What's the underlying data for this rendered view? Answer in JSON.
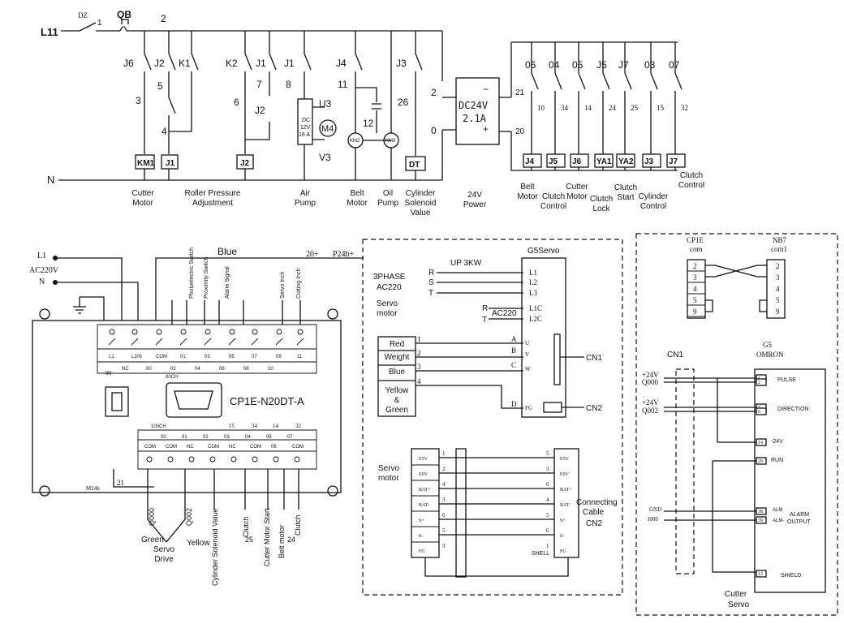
{
  "top": {
    "supply": "L11",
    "neutral": "N",
    "dz": "DZ",
    "qb": "QB",
    "node1": "1",
    "node2": "2",
    "branches": {
      "j6": "J6",
      "n3": "3",
      "km1": "KM1",
      "j2": "J2",
      "k1": "K1",
      "n5": "5",
      "n4": "4",
      "j1box": "J1",
      "k2": "K2",
      "n6": "6",
      "j1b": "J1",
      "n7": "7",
      "j2b": "J2",
      "j2box": "J2",
      "j1c": "J1",
      "n8": "8",
      "u3": "U3",
      "dc": "DC",
      "v12": "12V",
      "a16": "16 A",
      "m4": "M4",
      "v3": "V3",
      "j4": "J4",
      "n11": "11",
      "n12": "12",
      "km2": "KM2",
      "km3": "KM3",
      "j3": "J3",
      "n26": "26",
      "dt": "DT"
    },
    "psu": {
      "node2": "2",
      "node0": "0",
      "minus": "−",
      "plus": "+",
      "line1": "DC24V",
      "line2": "2.1A",
      "n21": "21",
      "n20": "20"
    },
    "right_outputs": [
      {
        "code": "06",
        "wire": "10",
        "coil": "J4"
      },
      {
        "code": "04",
        "wire": "34",
        "coil": "J5"
      },
      {
        "code": "05",
        "wire": "14",
        "coil": "J6"
      },
      {
        "code": "J5",
        "wire": "24",
        "coil": "YA1"
      },
      {
        "code": "J7",
        "wire": "25",
        "coil": "YA2"
      },
      {
        "code": "03",
        "wire": "15",
        "coil": "J3"
      },
      {
        "code": "07",
        "wire": "32",
        "coil": "J7"
      }
    ],
    "labels": {
      "cutter_motor": [
        "Cutter",
        "Motor"
      ],
      "roller": [
        "Roller Pressure",
        "Adjustment"
      ],
      "air_pump": [
        "Air",
        "Pump"
      ],
      "belt_motor": [
        "Belt",
        "Motor"
      ],
      "oil_pump": [
        "Oil",
        "Pump"
      ],
      "cyl_valve": [
        "Cylinder",
        "Solenoid",
        "Value"
      ],
      "psu_label": [
        "24V",
        "Power"
      ],
      "r_belt": [
        "Belt",
        "Motor"
      ],
      "r_clutch_ctrl": [
        "Clutch",
        "Control"
      ],
      "r_cutter": [
        "Cutter",
        "Motor"
      ],
      "r_clutch_lock": [
        "Clutch",
        "Lock"
      ],
      "r_clutch_start": [
        "Clutch",
        "Start"
      ],
      "r_cyl_ctrl": [
        "Cylinder",
        "Control"
      ],
      "r_clutch_ctrl2": [
        "Clutch",
        "Control"
      ]
    }
  },
  "plc": {
    "l1": "L1",
    "ac": "AC220V",
    "n": "N",
    "blue": "Blue",
    "p20": "20+",
    "p24": "P24b+",
    "model": "CP1E-N20DT-A",
    "m24": "M24b",
    "n21": "21",
    "in": "IN",
    "ch00": "00CH",
    "ch100": "100CH",
    "top_terms": [
      "L1",
      "L2/N",
      "COM",
      "01",
      "03",
      "05",
      "07",
      "09",
      "11"
    ],
    "top_terms2": [
      "NC",
      "00",
      "02",
      "04",
      "06",
      "08",
      "10"
    ],
    "bot_terms": [
      "00",
      "01",
      "02",
      "03",
      "04",
      "05",
      "07"
    ],
    "bot_terms2": [
      "COM",
      "COM",
      "NC",
      "COM",
      "NC",
      "COM",
      "06",
      "COM"
    ],
    "wire_nums": [
      "15",
      "34",
      "14",
      "32"
    ],
    "rot_labels": [
      "Photoelectric Switch",
      "Proximity Switch",
      "Alarm Signal",
      "Servo Inch",
      "Cutting Inch"
    ],
    "q000": "Q000",
    "q002": "Q002",
    "bottom_labels": [
      "Cylinder Solenoid Value",
      "Clutch",
      "Cutter Motor Start",
      "Belt motor",
      "Clutch"
    ],
    "n25": "25",
    "n24": "24",
    "green": "Green",
    "yellow": "Yellow",
    "servo_drive": [
      "Servo",
      "Drive"
    ]
  },
  "servo": {
    "title": "G5Servo",
    "up": "UP 3KW",
    "phase": [
      "3PHASE",
      "AC220"
    ],
    "rst": [
      "R",
      "S",
      "T"
    ],
    "lterms": [
      "L1",
      "L2",
      "L3",
      "L1C",
      "L2C"
    ],
    "r2": "R",
    "t2": "T",
    "ac220": "AC220",
    "motor": [
      "Servo",
      "motor"
    ],
    "colors": [
      "Red",
      "Weight",
      "Blue",
      "Yellow",
      "&",
      "Green"
    ],
    "nums": [
      "1",
      "2",
      "3",
      "4"
    ],
    "uvw": [
      "A",
      "B",
      "C",
      "D"
    ],
    "uvw2": [
      "U",
      "V",
      "W",
      "FG"
    ],
    "cn1": "CN1",
    "cn2": "CN2",
    "enc_left": [
      "E5V",
      "E0V",
      "BAT+",
      "BAT-",
      "S+",
      "S-",
      "FG"
    ],
    "enc_right": [
      "E5V",
      "E0V",
      "BAT+",
      "BAT-",
      "S+",
      "S-",
      "FG"
    ],
    "enc_lnums": [
      "1",
      "2",
      "4",
      "3",
      "6",
      "5",
      "9"
    ],
    "enc_rnums": [
      "5",
      "3",
      "6",
      "4",
      "5",
      "6",
      "1"
    ],
    "shell": "SHELL",
    "motor2": [
      "Servo",
      "motor"
    ],
    "connecting": [
      "Connecting",
      "Cable",
      "CN2"
    ]
  },
  "right": {
    "cp1e": "CP1E",
    "com": "com",
    "nb7": "NB7",
    "com1": "com1",
    "lpins": [
      "2",
      "3",
      "4",
      "5",
      "9"
    ],
    "rpins": [
      "2",
      "3",
      "4",
      "5",
      "9"
    ],
    "cn1": "CN1",
    "g5": "G5",
    "omron": "OMRON",
    "p24a": "+24V",
    "q000": "Q000",
    "p24b": "+24V",
    "q002": "Q002",
    "gnd": "GND",
    "i000": "I000",
    "pins": [
      "1",
      "2",
      "5",
      "6",
      "14",
      "29",
      "38",
      "39",
      "13"
    ],
    "sig": [
      "PULSE",
      "DIRECTION",
      "-24V",
      "RUN",
      "ALARM",
      "OUTPUT",
      "SHIELD",
      "ALM",
      "ALM-"
    ],
    "cutter_servo": [
      "Cutter",
      "Servo"
    ]
  }
}
